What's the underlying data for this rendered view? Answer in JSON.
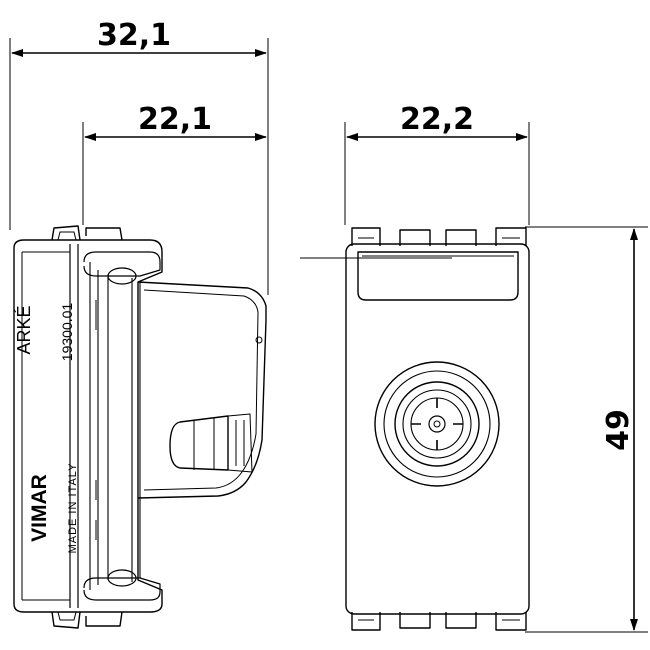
{
  "dimensions": {
    "overall_depth": "32,1",
    "body_depth": "22,1",
    "width": "22,2",
    "height": "49"
  },
  "side_view": {
    "brand": "VIMAR",
    "series": "ARKÉ",
    "code": "19300.01",
    "origin": "MADE IN ITALY"
  }
}
